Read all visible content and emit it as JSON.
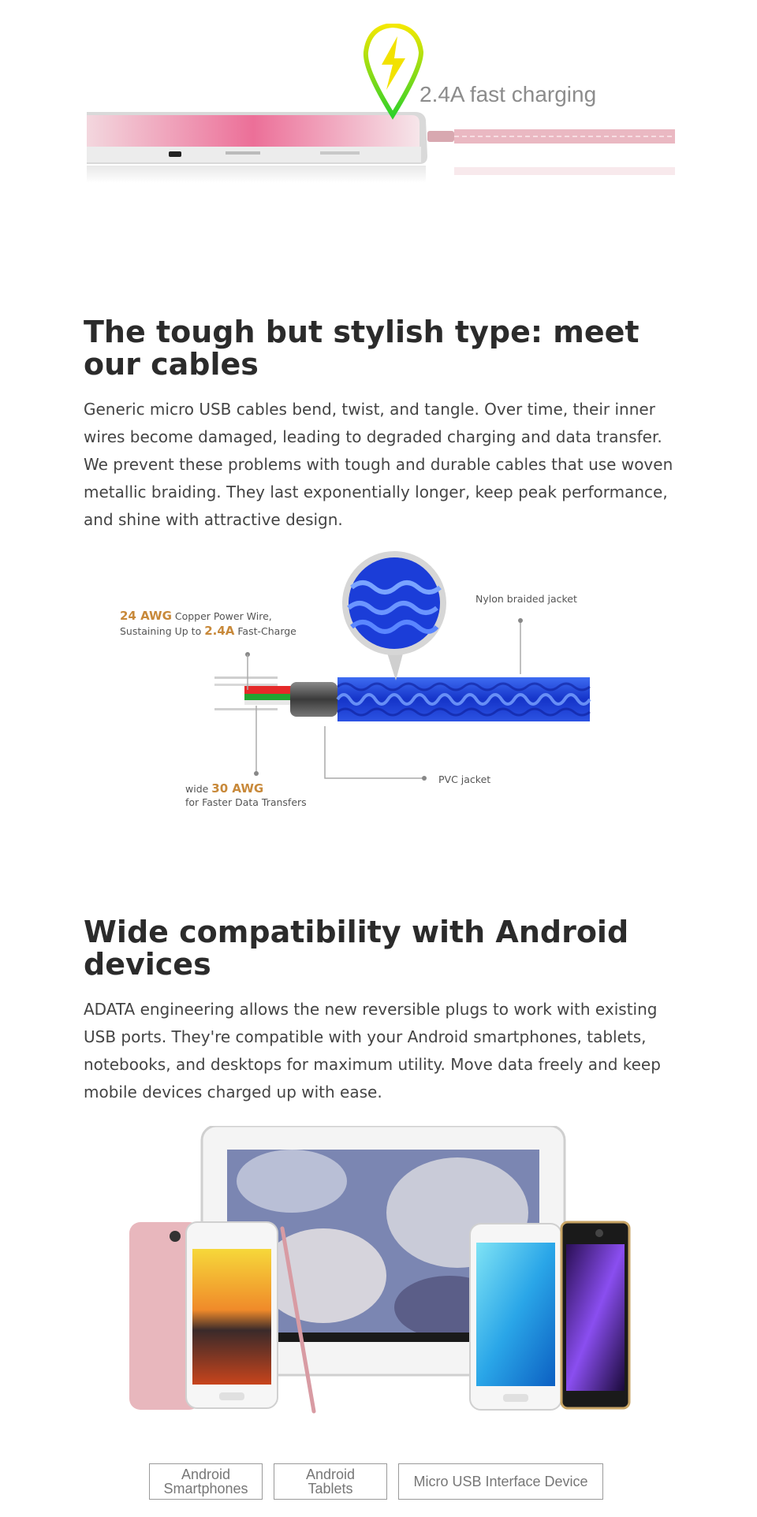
{
  "hero": {
    "caption": "2.4A fast charging",
    "icon": "lightning-bolt-icon",
    "accent_yellow": "#f2e200",
    "accent_green": "#3ad12a",
    "cable_color": "#e9b7bf"
  },
  "section1": {
    "title": "The tough but stylish type: meet our cables",
    "body": "Generic micro USB cables bend, twist, and tangle. Over time, their inner wires become damaged, leading to degraded charging and data transfer. We prevent these problems with tough and durable cables that use woven metallic braiding. They last exponentially longer, keep peak performance, and shine with attractive design."
  },
  "diagram": {
    "power_awg": "24 AWG",
    "power_text": " Copper Power Wire,",
    "power_line2_prefix": "Sustaining Up to ",
    "power_amp": "2.4A",
    "power_line2_suffix": " Fast-Charge",
    "nylon_label": "Nylon braided jacket",
    "data_prefix": "wide ",
    "data_awg": "30 AWG",
    "data_line2": "for Faster Data Transfers",
    "pvc_label": "PVC jacket",
    "accent": "#c8893a",
    "braid_color": "#1d3fd6"
  },
  "section2": {
    "title": "Wide compatibility with Android devices",
    "body": "ADATA engineering allows the new reversible plugs to work with existing USB ports. They're compatible with your Android smartphones, tablets, notebooks, and desktops for maximum utility. Move data freely and keep mobile devices charged up with ease."
  },
  "compat": [
    {
      "label": "Android\nSmartphones"
    },
    {
      "label": "Android\nTablets"
    },
    {
      "label": "Micro USB Interface Device"
    }
  ]
}
